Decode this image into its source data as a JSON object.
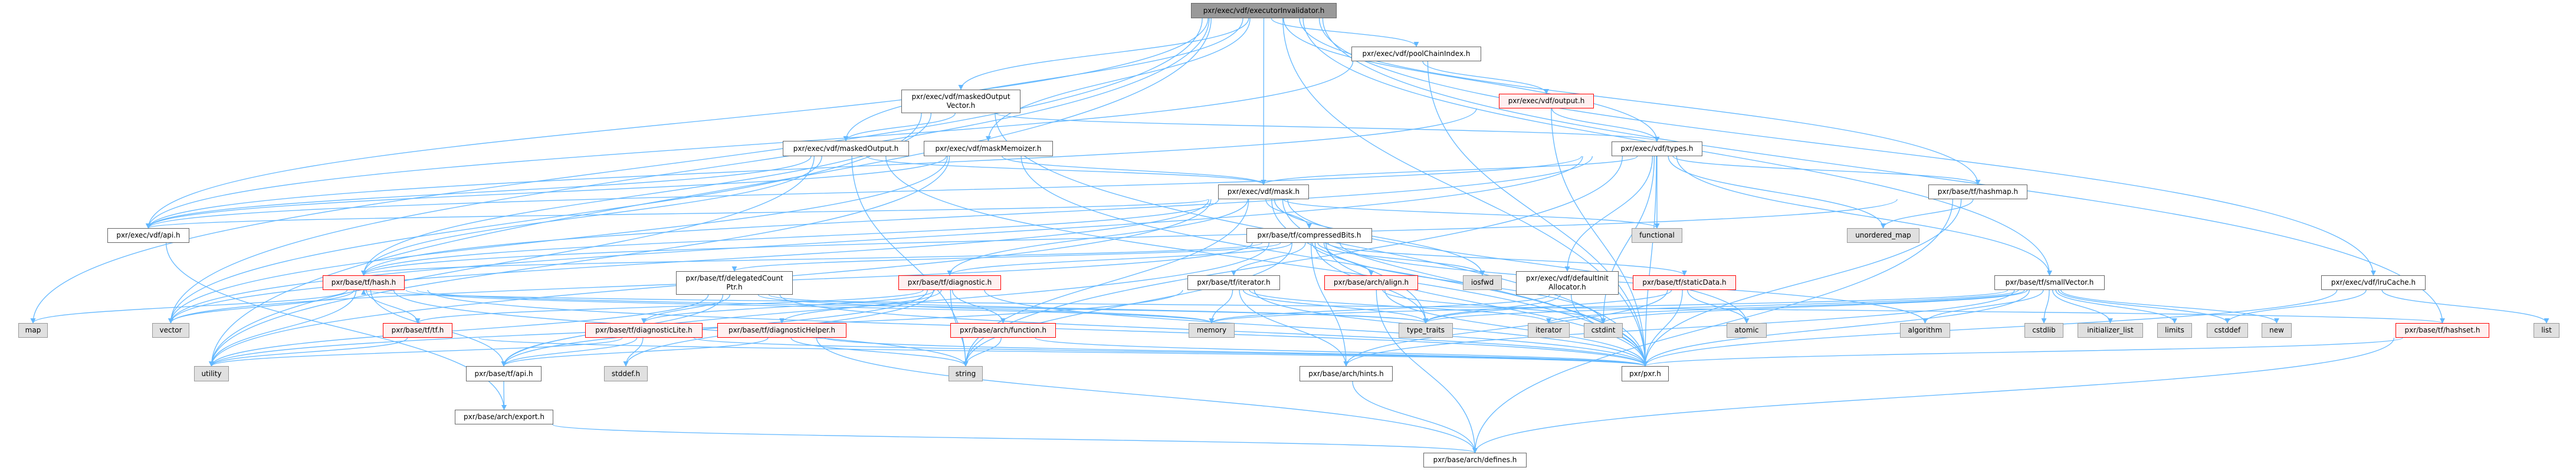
{
  "graph": {
    "title": "pxr/exec/vdf/executorInvalidator.h",
    "colors": {
      "edge": "#63b8ff",
      "current_fill": "#999999",
      "red_border": "#ff0000",
      "red_fill": "#fff0f0",
      "system_fill": "#e0e0e0"
    },
    "nodes": [
      {
        "id": "main",
        "label": "pxr/exec/vdf/executorInvalidator.h",
        "kind": "current"
      },
      {
        "id": "poolChainIndex",
        "label": "pxr/exec/vdf/poolChainIndex.h",
        "kind": "normal"
      },
      {
        "id": "maskedOutputVector",
        "label": "pxr/exec/vdf/maskedOutput\nVector.h",
        "kind": "normal"
      },
      {
        "id": "output",
        "label": "pxr/exec/vdf/output.h",
        "kind": "red"
      },
      {
        "id": "types",
        "label": "pxr/exec/vdf/types.h",
        "kind": "normal"
      },
      {
        "id": "maskedOutput",
        "label": "pxr/exec/vdf/maskedOutput.h",
        "kind": "normal"
      },
      {
        "id": "maskMemoizer",
        "label": "pxr/exec/vdf/maskMemoizer.h",
        "kind": "normal"
      },
      {
        "id": "mask",
        "label": "pxr/exec/vdf/mask.h",
        "kind": "normal"
      },
      {
        "id": "hashmap",
        "label": "pxr/base/tf/hashmap.h",
        "kind": "normal"
      },
      {
        "id": "api_vdf",
        "label": "pxr/exec/vdf/api.h",
        "kind": "normal"
      },
      {
        "id": "compressedBits",
        "label": "pxr/base/tf/compressedBits.h",
        "kind": "normal"
      },
      {
        "id": "functional",
        "label": "functional",
        "kind": "sys"
      },
      {
        "id": "unordered_map",
        "label": "unordered_map",
        "kind": "sys"
      },
      {
        "id": "hash",
        "label": "pxr/base/tf/hash.h",
        "kind": "red"
      },
      {
        "id": "delegatedCountPtr",
        "label": "pxr/base/tf/delegatedCount\nPtr.h",
        "kind": "normal"
      },
      {
        "id": "diagnostic",
        "label": "pxr/base/tf/diagnostic.h",
        "kind": "red"
      },
      {
        "id": "iterator_h",
        "label": "pxr/base/tf/iterator.h",
        "kind": "normal"
      },
      {
        "id": "align",
        "label": "pxr/base/arch/align.h",
        "kind": "red"
      },
      {
        "id": "iosfwd",
        "label": "iosfwd",
        "kind": "sys"
      },
      {
        "id": "defaultInitAllocator",
        "label": "pxr/exec/vdf/defaultInit\nAllocator.h",
        "kind": "normal"
      },
      {
        "id": "staticData",
        "label": "pxr/base/tf/staticData.h",
        "kind": "red"
      },
      {
        "id": "smallVector",
        "label": "pxr/base/tf/smallVector.h",
        "kind": "normal"
      },
      {
        "id": "lruCache",
        "label": "pxr/exec/vdf/lruCache.h",
        "kind": "normal"
      },
      {
        "id": "map",
        "label": "map",
        "kind": "sys"
      },
      {
        "id": "vector",
        "label": "vector",
        "kind": "sys"
      },
      {
        "id": "tf_h",
        "label": "pxr/base/tf/tf.h",
        "kind": "red"
      },
      {
        "id": "diagnosticLite",
        "label": "pxr/base/tf/diagnosticLite.h",
        "kind": "red"
      },
      {
        "id": "diagnosticHelper",
        "label": "pxr/base/tf/diagnosticHelper.h",
        "kind": "red"
      },
      {
        "id": "function",
        "label": "pxr/base/arch/function.h",
        "kind": "red"
      },
      {
        "id": "memory",
        "label": "memory",
        "kind": "sys"
      },
      {
        "id": "type_traits",
        "label": "type_traits",
        "kind": "sys"
      },
      {
        "id": "iterator",
        "label": "iterator",
        "kind": "sys"
      },
      {
        "id": "cstdint",
        "label": "cstdint",
        "kind": "sys"
      },
      {
        "id": "atomic",
        "label": "atomic",
        "kind": "sys"
      },
      {
        "id": "algorithm",
        "label": "algorithm",
        "kind": "sys"
      },
      {
        "id": "cstdlib",
        "label": "cstdlib",
        "kind": "sys"
      },
      {
        "id": "initializer_list",
        "label": "initializer_list",
        "kind": "sys"
      },
      {
        "id": "limits",
        "label": "limits",
        "kind": "sys"
      },
      {
        "id": "cstddef",
        "label": "cstddef",
        "kind": "sys"
      },
      {
        "id": "new",
        "label": "new",
        "kind": "sys"
      },
      {
        "id": "hashset",
        "label": "pxr/base/tf/hashset.h",
        "kind": "red"
      },
      {
        "id": "list",
        "label": "list",
        "kind": "sys"
      },
      {
        "id": "utility",
        "label": "utility",
        "kind": "sys"
      },
      {
        "id": "tf_api",
        "label": "pxr/base/tf/api.h",
        "kind": "normal"
      },
      {
        "id": "stddef",
        "label": "stddef.h",
        "kind": "sys"
      },
      {
        "id": "string",
        "label": "string",
        "kind": "sys"
      },
      {
        "id": "hints",
        "label": "pxr/base/arch/hints.h",
        "kind": "normal"
      },
      {
        "id": "pxr",
        "label": "pxr/pxr.h",
        "kind": "normal"
      },
      {
        "id": "export",
        "label": "pxr/base/arch/export.h",
        "kind": "normal"
      },
      {
        "id": "defines",
        "label": "pxr/base/arch/defines.h",
        "kind": "normal"
      }
    ],
    "edges": [
      [
        "main",
        "api_vdf"
      ],
      [
        "main",
        "lruCache"
      ],
      [
        "main",
        "mask"
      ],
      [
        "main",
        "maskedOutput"
      ],
      [
        "main",
        "maskedOutputVector"
      ],
      [
        "main",
        "maskMemoizer"
      ],
      [
        "main",
        "poolChainIndex"
      ],
      [
        "main",
        "types"
      ],
      [
        "main",
        "hashmap"
      ],
      [
        "main",
        "smallVector"
      ],
      [
        "main",
        "pxr"
      ],
      [
        "main",
        "map"
      ],
      [
        "main",
        "vector"
      ],
      [
        "main",
        "hashset"
      ],
      [
        "main",
        "utility"
      ],
      [
        "poolChainIndex",
        "api_vdf"
      ],
      [
        "poolChainIndex",
        "output"
      ],
      [
        "poolChainIndex",
        "pxr"
      ],
      [
        "output",
        "types"
      ],
      [
        "output",
        "pxr"
      ],
      [
        "output",
        "api_vdf"
      ],
      [
        "maskedOutputVector",
        "maskedOutput"
      ],
      [
        "maskedOutputVector",
        "hash"
      ],
      [
        "maskedOutputVector",
        "types"
      ],
      [
        "maskedOutputVector",
        "pxr"
      ],
      [
        "maskedOutputVector",
        "vector"
      ],
      [
        "maskedOutput",
        "mask"
      ],
      [
        "maskedOutput",
        "api_vdf"
      ],
      [
        "maskedOutput",
        "hash"
      ],
      [
        "maskedOutput",
        "pxr"
      ],
      [
        "maskedOutput",
        "string"
      ],
      [
        "maskedOutput",
        "utility"
      ],
      [
        "maskMemoizer",
        "mask"
      ],
      [
        "maskMemoizer",
        "pxr"
      ],
      [
        "maskMemoizer",
        "api_vdf"
      ],
      [
        "maskMemoizer",
        "vector"
      ],
      [
        "maskMemoizer",
        "utility"
      ],
      [
        "types",
        "mask"
      ],
      [
        "types",
        "api_vdf"
      ],
      [
        "types",
        "defaultInitAllocator"
      ],
      [
        "types",
        "smallVector"
      ],
      [
        "types",
        "hashmap"
      ],
      [
        "types",
        "functional"
      ],
      [
        "types",
        "unordered_map"
      ],
      [
        "types",
        "vector"
      ],
      [
        "types",
        "pxr"
      ],
      [
        "types",
        "cstdint"
      ],
      [
        "types",
        "string"
      ],
      [
        "types",
        "hash"
      ],
      [
        "mask",
        "compressedBits"
      ],
      [
        "mask",
        "api_vdf"
      ],
      [
        "mask",
        "hash"
      ],
      [
        "mask",
        "diagnostic"
      ],
      [
        "mask",
        "functional"
      ],
      [
        "mask",
        "iosfwd"
      ],
      [
        "mask",
        "string"
      ],
      [
        "mask",
        "vector"
      ],
      [
        "mask",
        "atomic"
      ],
      [
        "mask",
        "type_traits"
      ],
      [
        "mask",
        "pxr"
      ],
      [
        "mask",
        "utility"
      ],
      [
        "hashmap",
        "unordered_map"
      ],
      [
        "hashmap",
        "hash"
      ],
      [
        "hashmap",
        "pxr"
      ],
      [
        "hashmap",
        "defines"
      ],
      [
        "compressedBits",
        "delegatedCountPtr"
      ],
      [
        "compressedBits",
        "diagnostic"
      ],
      [
        "compressedBits",
        "iterator_h"
      ],
      [
        "compressedBits",
        "align"
      ],
      [
        "compressedBits",
        "staticData"
      ],
      [
        "compressedBits",
        "hash"
      ],
      [
        "compressedBits",
        "iosfwd"
      ],
      [
        "compressedBits",
        "algorithm"
      ],
      [
        "compressedBits",
        "cstdint"
      ],
      [
        "compressedBits",
        "type_traits"
      ],
      [
        "compressedBits",
        "vector"
      ],
      [
        "compressedBits",
        "tf_api"
      ],
      [
        "compressedBits",
        "pxr"
      ],
      [
        "compressedBits",
        "hints"
      ],
      [
        "compressedBits",
        "string"
      ],
      [
        "defaultInitAllocator",
        "type_traits"
      ],
      [
        "defaultInitAllocator",
        "pxr"
      ],
      [
        "defaultInitAllocator",
        "memory"
      ],
      [
        "smallVector",
        "algorithm"
      ],
      [
        "smallVector",
        "cstdlib"
      ],
      [
        "smallVector",
        "initializer_list"
      ],
      [
        "smallVector",
        "limits"
      ],
      [
        "smallVector",
        "cstddef"
      ],
      [
        "smallVector",
        "new"
      ],
      [
        "smallVector",
        "memory"
      ],
      [
        "smallVector",
        "iterator"
      ],
      [
        "smallVector",
        "type_traits"
      ],
      [
        "smallVector",
        "cstdint"
      ],
      [
        "smallVector",
        "pxr"
      ],
      [
        "smallVector",
        "hints"
      ],
      [
        "lruCache",
        "cstddef"
      ],
      [
        "lruCache",
        "list"
      ],
      [
        "lruCache",
        "pxr"
      ],
      [
        "hashset",
        "pxr"
      ],
      [
        "hashset",
        "defines"
      ],
      [
        "hashset",
        "hash"
      ],
      [
        "delegatedCountPtr",
        "diagnosticLite"
      ],
      [
        "delegatedCountPtr",
        "tf_api"
      ],
      [
        "delegatedCountPtr",
        "memory"
      ],
      [
        "delegatedCountPtr",
        "type_traits"
      ],
      [
        "delegatedCountPtr",
        "utility"
      ],
      [
        "delegatedCountPtr",
        "pxr"
      ],
      [
        "diagnostic",
        "diagnosticLite"
      ],
      [
        "diagnostic",
        "diagnosticHelper"
      ],
      [
        "diagnostic",
        "function"
      ],
      [
        "diagnostic",
        "string"
      ],
      [
        "diagnostic",
        "tf_h"
      ],
      [
        "diagnostic",
        "tf_api"
      ],
      [
        "diagnostic",
        "pxr"
      ],
      [
        "diagnostic",
        "stddef"
      ],
      [
        "iterator_h",
        "type_traits"
      ],
      [
        "iterator_h",
        "pxr"
      ],
      [
        "iterator_h",
        "hints"
      ],
      [
        "iterator_h",
        "iterator"
      ],
      [
        "iterator_h",
        "memory"
      ],
      [
        "iterator_h",
        "utility"
      ],
      [
        "align",
        "defines"
      ],
      [
        "align",
        "pxr"
      ],
      [
        "align",
        "cstdint"
      ],
      [
        "staticData",
        "pxr"
      ],
      [
        "staticData",
        "atomic"
      ],
      [
        "staticData",
        "hints"
      ],
      [
        "staticData",
        "type_traits"
      ],
      [
        "hash",
        "map"
      ],
      [
        "hash",
        "vector"
      ],
      [
        "hash",
        "utility"
      ],
      [
        "hash",
        "tf_h"
      ],
      [
        "hash",
        "tf_api"
      ],
      [
        "hash",
        "memory"
      ],
      [
        "hash",
        "string"
      ],
      [
        "hash",
        "type_traits"
      ],
      [
        "hash",
        "pxr"
      ],
      [
        "tf_h",
        "utility"
      ],
      [
        "tf_h",
        "pxr"
      ],
      [
        "diagnosticLite",
        "tf_api"
      ],
      [
        "diagnosticLite",
        "stddef"
      ],
      [
        "diagnosticLite",
        "pxr"
      ],
      [
        "diagnosticLite",
        "utility"
      ],
      [
        "diagnosticHelper",
        "tf_api"
      ],
      [
        "diagnosticHelper",
        "string"
      ],
      [
        "diagnosticHelper",
        "pxr"
      ],
      [
        "diagnosticHelper",
        "defines"
      ],
      [
        "function",
        "string"
      ],
      [
        "function",
        "pxr"
      ],
      [
        "tf_api",
        "export"
      ],
      [
        "api_vdf",
        "export"
      ],
      [
        "export",
        "defines"
      ],
      [
        "hints",
        "defines"
      ]
    ]
  }
}
